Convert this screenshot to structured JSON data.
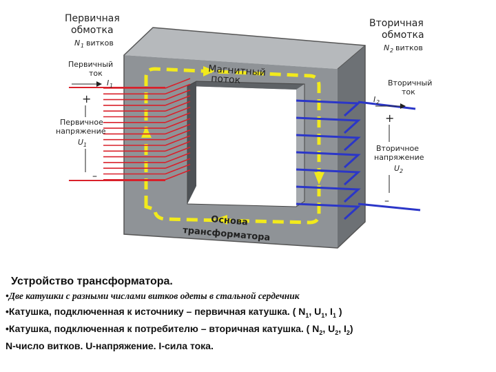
{
  "primary": {
    "title_line1": "Первичная",
    "title_line2": "обмотка",
    "turns_sym": "N",
    "turns_sub": "1",
    "turns_word": "витков",
    "current_line1": "Первичный",
    "current_line2": "ток",
    "current_sym": "I",
    "current_sub": "1",
    "plus": "+",
    "minus": "–",
    "voltage_line1": "Первичное",
    "voltage_line2": "напряжение",
    "voltage_sym": "U",
    "voltage_sub": "1"
  },
  "secondary": {
    "title_line1": "Вторичная",
    "title_line2": "обмотка",
    "turns_sym": "N",
    "turns_sub": "2",
    "turns_word": "витков",
    "current_line1": "Вторичный",
    "current_line2": "ток",
    "current_sym": "I",
    "current_sub": "2",
    "plus": "+",
    "minus": "–",
    "voltage_line1": "Вторичное",
    "voltage_line2": "напряжение",
    "voltage_sym": "U",
    "voltage_sub": "2"
  },
  "core": {
    "flux_line1": "Магнитный",
    "flux_line2": "поток",
    "base_line1": "Основа",
    "base_line2": "трансформатора"
  },
  "colors": {
    "primary_coil": "#d9202a",
    "secondary_coil": "#2b36c8",
    "flux": "#f2ea1c",
    "core_face": "#8e9296",
    "core_top": "#b6b9bc",
    "core_side": "#6c7074"
  },
  "caption": {
    "title": "Устройство трансформатора.",
    "line1": "Две катушки с разными числами витков одеты в стальной сердечник",
    "line2_pre": "Катушка, подключенная к источнику – первичная катушка. ( N",
    "line2_s1": "1",
    "line2_mid1": ", U",
    "line2_s2": "1",
    "line2_mid2": ", I",
    "line2_s3": "1",
    "line2_post": " )",
    "line3_pre": "Катушка, подключенная к потребителю – вторичная катушка. ( N",
    "line3_s1": "2",
    "line3_mid1": ", U",
    "line3_s2": "2",
    "line3_mid2": ", I",
    "line3_s3": "2",
    "line3_post": ")",
    "line4": "N-число витков. U-напряжение.   I-сила тока."
  }
}
